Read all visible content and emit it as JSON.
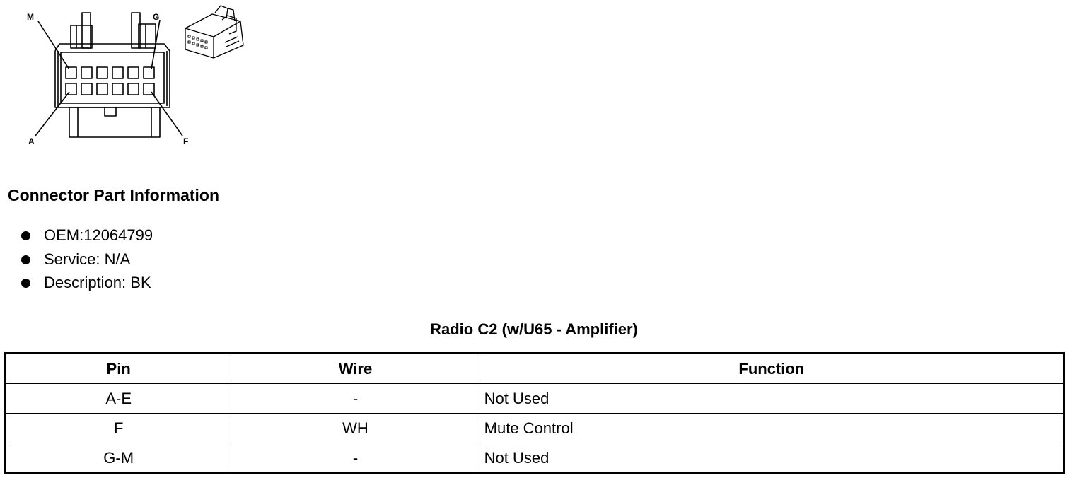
{
  "diagram": {
    "labels": {
      "top_left": "M",
      "top_right": "G",
      "bottom_left": "A",
      "bottom_right": "F"
    }
  },
  "connector_info": {
    "heading": "Connector Part Information",
    "items": [
      "OEM:12064799",
      "Service: N/A",
      "Description: BK"
    ]
  },
  "table": {
    "caption": "Radio C2 (w/U65 - Amplifier)",
    "headers": [
      "Pin",
      "Wire",
      "Function"
    ],
    "rows": [
      {
        "pin": "A-E",
        "wire": "-",
        "function": "Not Used"
      },
      {
        "pin": "F",
        "wire": "WH",
        "function": "Mute Control"
      },
      {
        "pin": "G-M",
        "wire": "-",
        "function": "Not Used"
      }
    ]
  }
}
